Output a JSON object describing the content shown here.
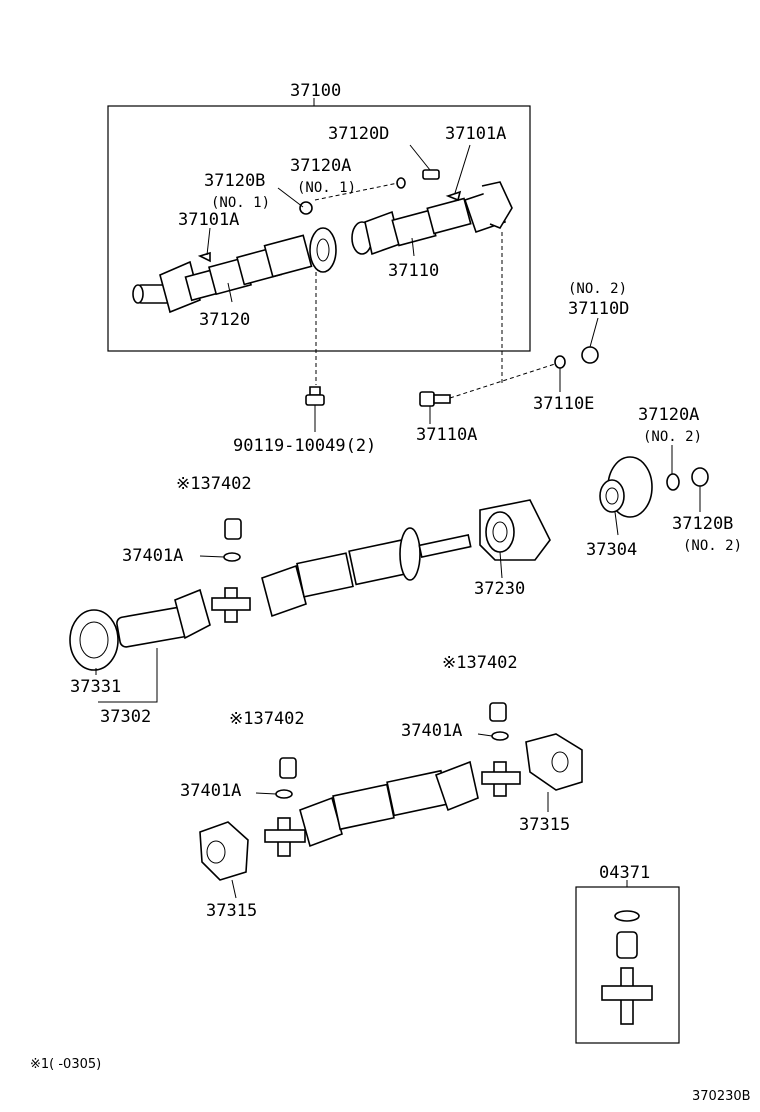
{
  "labels": {
    "l37100": "37100",
    "l37120D": "37120D",
    "l37101A_top": "37101A",
    "l37120A_top": "37120A",
    "l37120A_top_no": "(NO. 1)",
    "l37120B_top": "37120B",
    "l37120B_top_no": "(NO. 1)",
    "l37101A_left": "37101A",
    "l37110": "37110",
    "l37120": "37120",
    "l37110D_no": "(NO. 2)",
    "l37110D": "37110D",
    "l37110E": "37110E",
    "l37110A": "37110A",
    "l90119": "90119-10049(2)",
    "l37120A_mid": "37120A",
    "l37120A_mid_no": "(NO. 2)",
    "l37120B_mid": "37120B",
    "l37120B_mid_no": "(NO. 2)",
    "l37304": "37304",
    "l37402_a": "※137402",
    "l37401A_a": "37401A",
    "l37230": "37230",
    "l37331": "37331",
    "l37302": "37302",
    "l37402_b": "※137402",
    "l37401A_b": "37401A",
    "l37315_right": "37315",
    "l37402_c": "※137402",
    "l37401A_c": "37401A",
    "l37315_left": "37315",
    "l04371": "04371"
  },
  "footnote": "※1(    -0305)",
  "diagram_code": "370230B"
}
